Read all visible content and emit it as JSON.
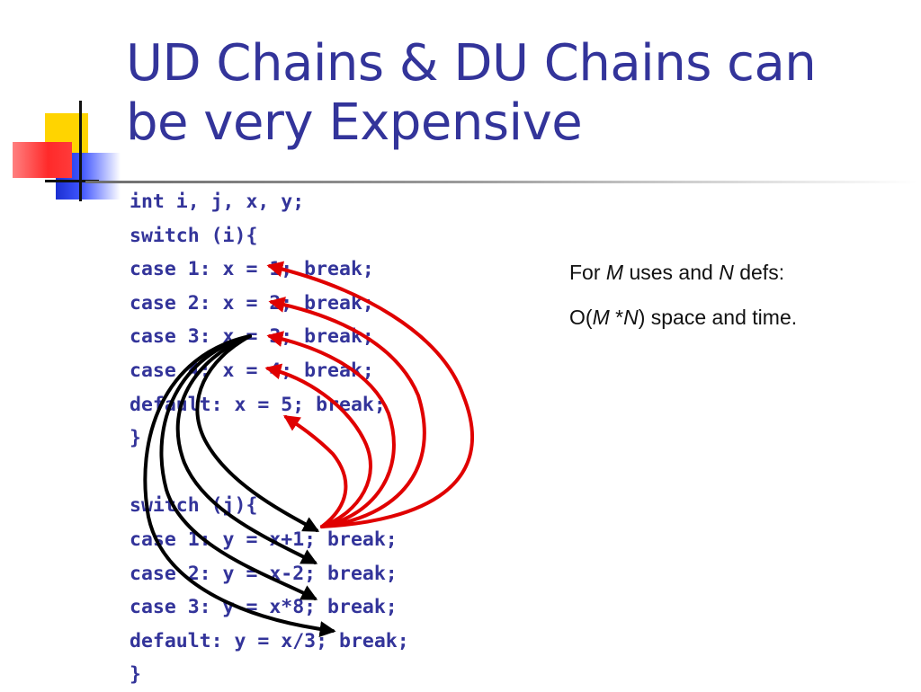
{
  "slide": {
    "title_line1": "UD Chains & DU Chains can",
    "title_line2": "be very Expensive"
  },
  "code_lines": [
    "int i, j, x, y;",
    "switch (i){",
    "case 1: x = 1; break;",
    "case 2: x = 2; break;",
    "case 3: x = 3; break;",
    "case 4: x = 4; break;",
    "default: x = 5; break;",
    "}",
    "",
    "switch (j){",
    "case 1: y = x+1; break;",
    "case 2: y = x-2; break;",
    "case 3: y = x*8; break;",
    "default: y = x/3; break;",
    "}"
  ],
  "note": {
    "line1_prefix": "For ",
    "line1_m": "M",
    "line1_mid": " uses and ",
    "line1_n": "N",
    "line1_suffix": " defs:",
    "line2_prefix": "O(",
    "line2_m": "M",
    "line2_op": " *",
    "line2_n": "N",
    "line2_suffix": ") space and time."
  },
  "colors": {
    "title": "#33349a",
    "code": "#33349a",
    "red_arrow": "#e00000",
    "black_arrow": "#000000",
    "deco_yellow": "#ffd400",
    "deco_blue": "#1b2fd1",
    "deco_red": "#ff2a2a"
  }
}
